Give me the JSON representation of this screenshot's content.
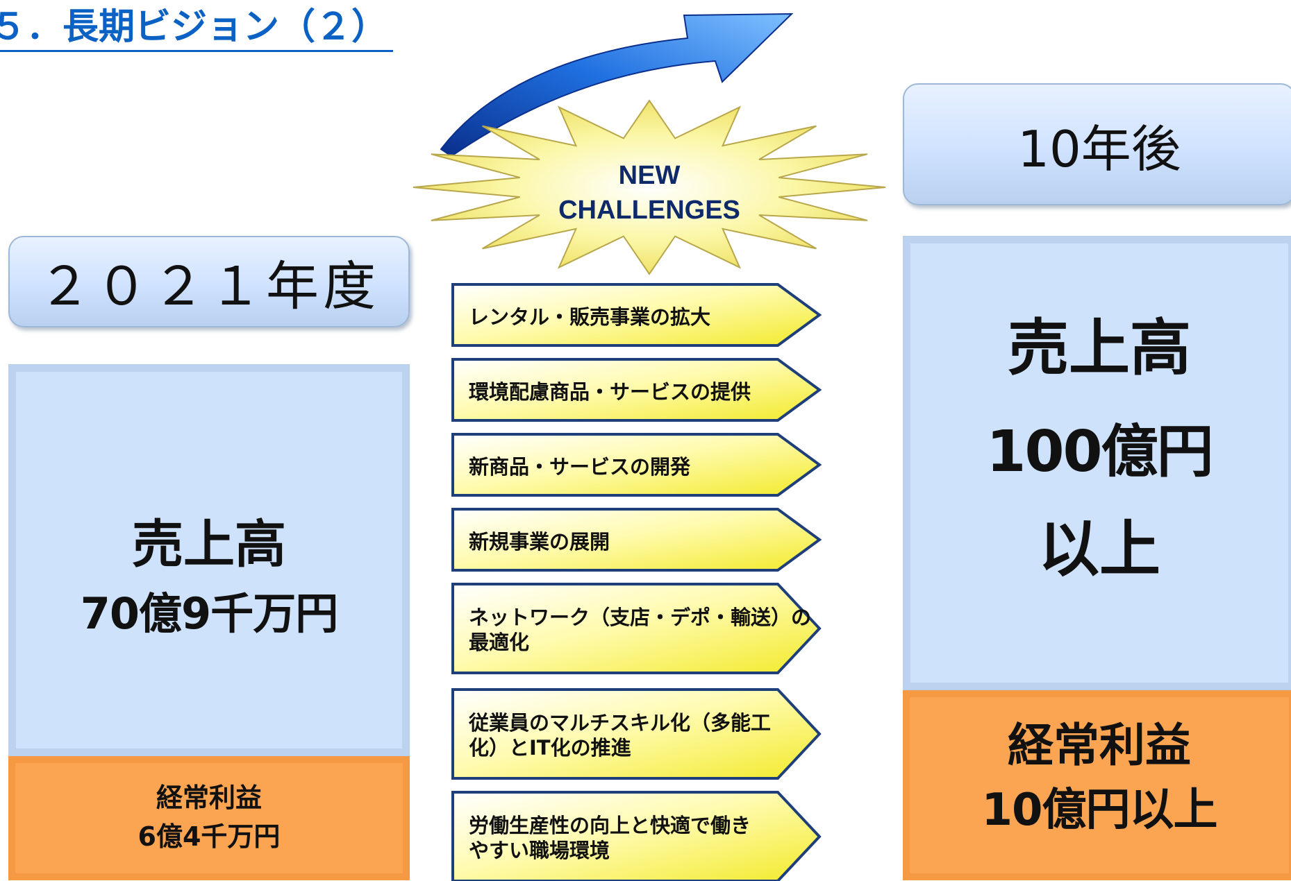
{
  "title": "５．長期ビジョン（２）",
  "badge": {
    "line1": "NEW",
    "line2": "CHALLENGES"
  },
  "left": {
    "header": "２０２１年度",
    "sales_label": "売上高",
    "sales_value": "70億9千万円",
    "profit_label": "経常利益",
    "profit_value": "6億4千万円"
  },
  "right": {
    "header": "10年後",
    "sales_label": "売上高",
    "sales_value": "100億円",
    "sales_suffix": "以上",
    "profit_label": "経常利益",
    "profit_value": "10億円以上"
  },
  "challenges": [
    {
      "line1": "レンタル・販売事業の拡大",
      "line2": ""
    },
    {
      "line1": "環境配慮商品・サービスの提供",
      "line2": ""
    },
    {
      "line1": "新商品・サービスの開発",
      "line2": ""
    },
    {
      "line1": "新規事業の展開",
      "line2": ""
    },
    {
      "line1": "ネットワーク（支店・デポ・輸送）の",
      "line2": "最適化"
    },
    {
      "line1": "従業員のマルチスキル化（多能工",
      "line2": "化）とIT化の推進"
    },
    {
      "line1": "労働生産性の向上と快適で働き",
      "line2": "やすい職場環境"
    }
  ],
  "colors": {
    "title": "#0b62c4",
    "panel_blue": "#cfe2fc",
    "panel_orange": "#fba552",
    "chevron_fill": "#ffff66",
    "chevron_border": "#1f3f7a",
    "arrow": "#1060d8",
    "star": "#f8f07a"
  }
}
